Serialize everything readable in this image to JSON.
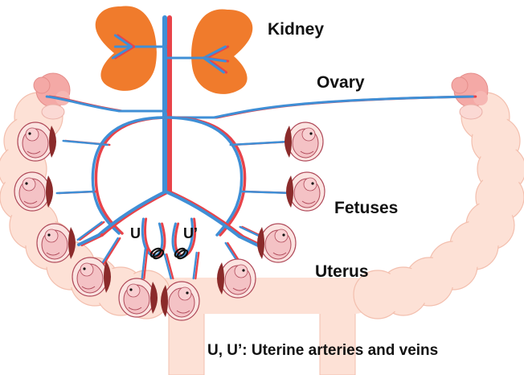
{
  "labels": {
    "kidney": "Kidney",
    "ovary": "Ovary",
    "fetuses": "Fetuses",
    "uterus": "Uterus",
    "u_left": "U",
    "u_right": "U’",
    "legend": "U, U’: Uterine arteries and veins"
  },
  "colors": {
    "artery": "#e8434a",
    "vein": "#3f8fd6",
    "kidney": "#f07b2c",
    "uterus": "#fde1d6",
    "uterus_edge": "#f3bfae",
    "fetus": "#f4c2c5",
    "fetus_edge": "#b04a5a",
    "placenta": "#8b2b2b",
    "ovary": "#f4a9a6"
  },
  "icons": {
    "ligature": "ligature-icon",
    "fetus": "fetus-icon",
    "kidney": "kidney-icon",
    "ovary": "ovary-icon"
  }
}
